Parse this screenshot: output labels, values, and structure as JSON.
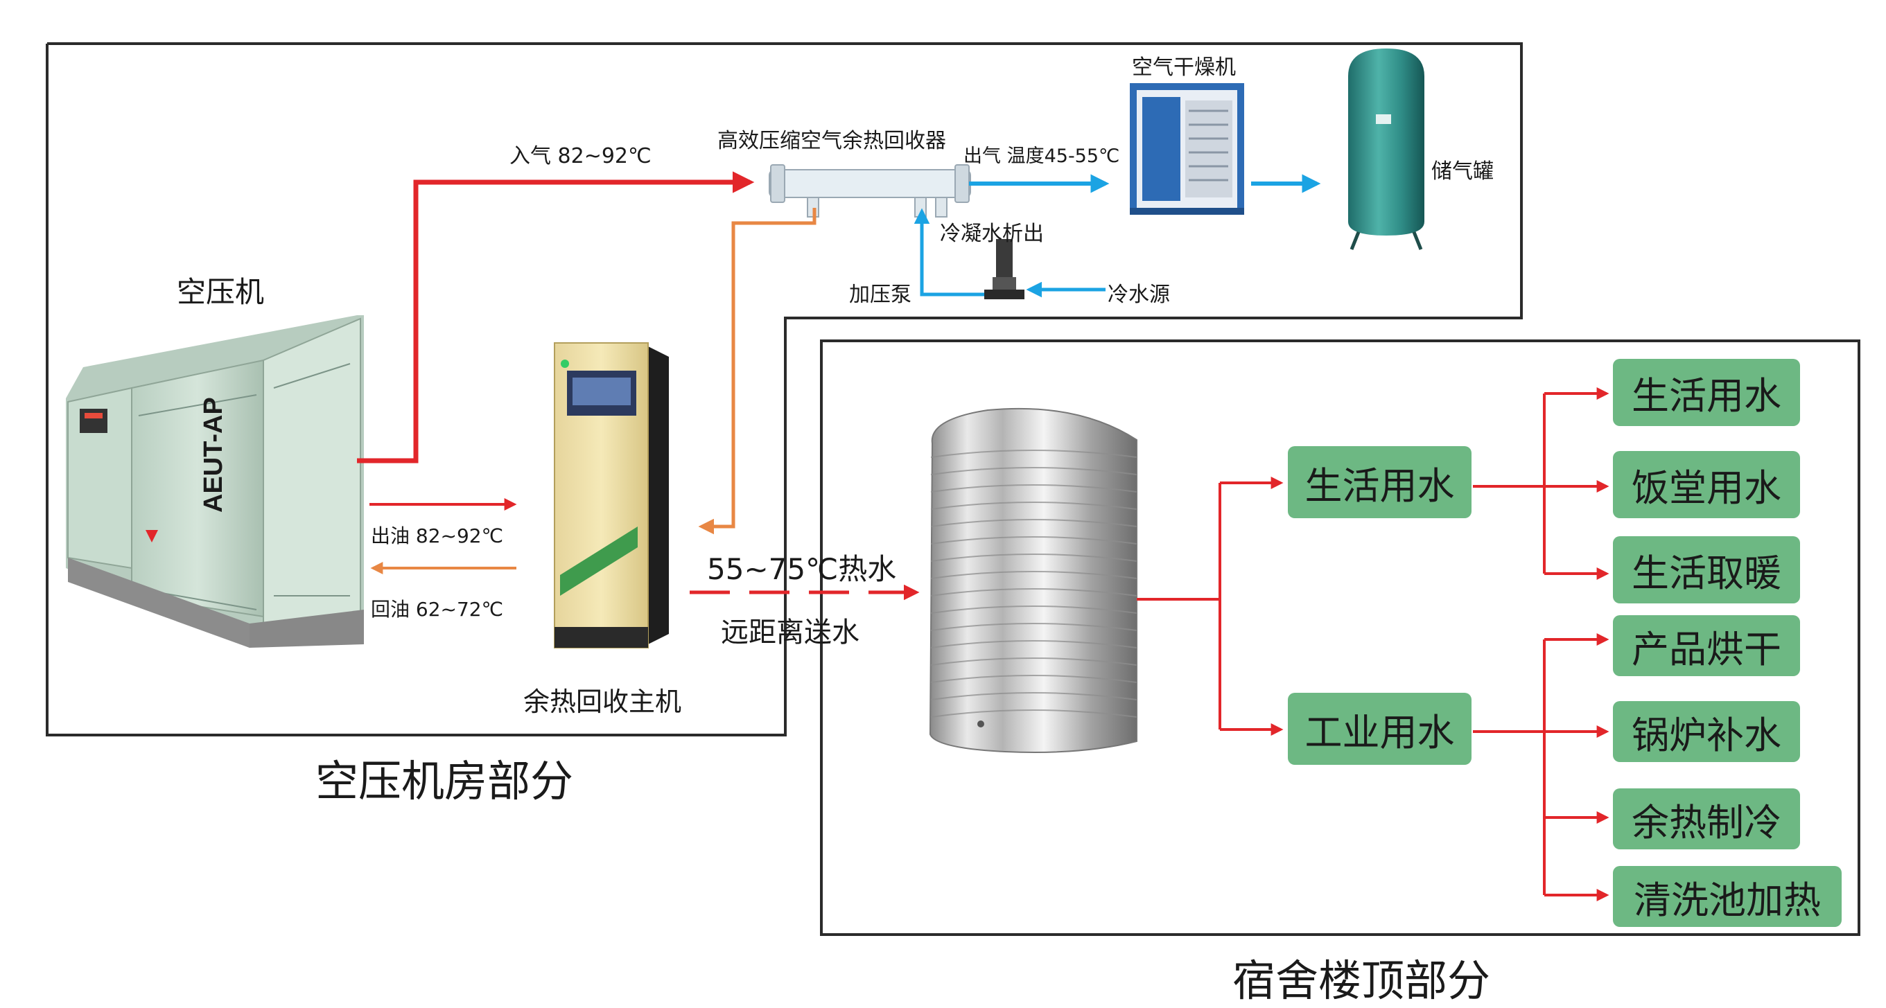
{
  "compressor_room": {
    "title": "空压机房部分",
    "air_compressor": "空压机",
    "compressor_brand": "AEUT-AP",
    "heat_recovery_main_unit": "余热回收主机",
    "high_efficiency_recoverer": "高效压缩空气余热回收器",
    "air_dryer": "空气干燥机",
    "air_tank": "储气罐",
    "inlet_air": "入气 82~92℃",
    "outlet_air": "出气 温度45-55℃",
    "condensate": "冷凝水析出",
    "booster_pump": "加压泵",
    "cold_water_source": "冷水源",
    "oil_out": "出油 82~92℃",
    "oil_return": "回油 62~72℃"
  },
  "transfer": {
    "hot_water": "55~75℃热水",
    "remote_delivery": "远距离送水"
  },
  "dormitory_roof": {
    "title": "宿舍楼顶部分",
    "domestic_water": "生活用水",
    "industrial_water": "工业用水",
    "domestic_uses": [
      "生活用水",
      "饭堂用水",
      "生活取暖"
    ],
    "industrial_uses": [
      "产品烘干",
      "锅炉补水",
      "余热制冷",
      "清洗池加热"
    ]
  },
  "colors": {
    "hot_line": "#e2262a",
    "oil_return": "#e88744",
    "cold_line": "#1ba3e3",
    "box_green": "#6db883",
    "frame": "#2b2b2b"
  }
}
